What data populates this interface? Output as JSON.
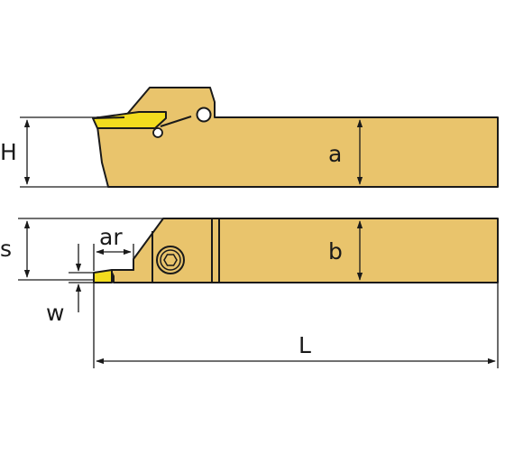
{
  "labels": {
    "H": "H",
    "a": "a",
    "s": "s",
    "b": "b",
    "ar": "ar",
    "w": "w",
    "L": "L"
  },
  "colors": {
    "body": "#e9c46c",
    "insert": "#f2dc1e",
    "stroke": "#1a1a1a"
  },
  "icons": {
    "clamp_screw": "hex-socket-screw-icon"
  }
}
